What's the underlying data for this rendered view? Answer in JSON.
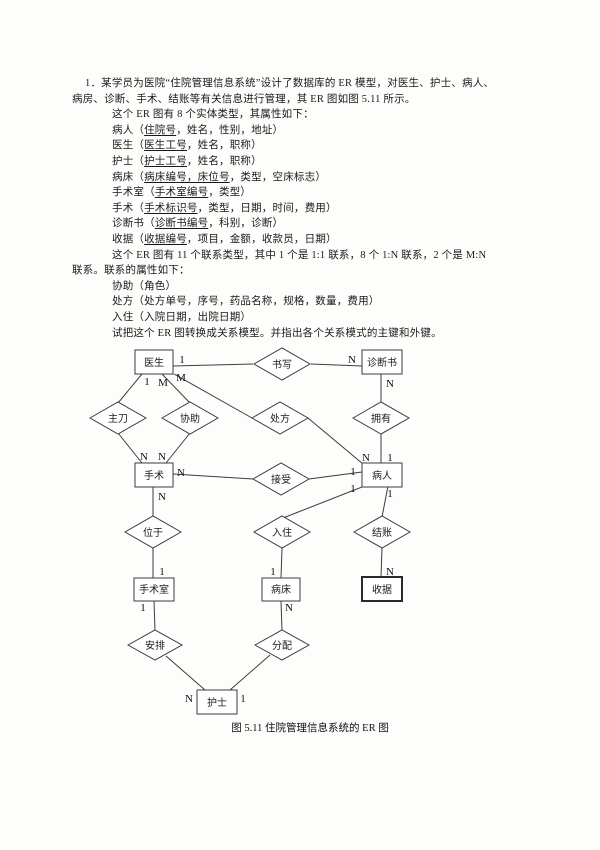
{
  "text": {
    "lines": [
      {
        "indent": 1,
        "seg": [
          {
            "t": "1．某学员为医院“住院管理信息系统”设计了数据库的  ER 模型，对医生、护士、病人、"
          }
        ]
      },
      {
        "indent": 0,
        "seg": [
          {
            "t": "病房、诊断、手术、结账等有关信息进行管理，其  ER 图如图 5.11 所示。"
          }
        ]
      },
      {
        "indent": 2,
        "seg": [
          {
            "t": "这个 ER 图有 8 个实体类型，其属性如下："
          }
        ]
      },
      {
        "indent": 2,
        "seg": [
          {
            "t": "病人（"
          },
          {
            "t": "住院号",
            "u": true
          },
          {
            "t": "，姓名，性别，地址）"
          }
        ]
      },
      {
        "indent": 2,
        "seg": [
          {
            "t": "医生（"
          },
          {
            "t": "医生工号",
            "u": true
          },
          {
            "t": "，姓名，职称）"
          }
        ]
      },
      {
        "indent": 2,
        "seg": [
          {
            "t": "护士（"
          },
          {
            "t": "护士工号",
            "u": true
          },
          {
            "t": "，姓名，职称）"
          }
        ]
      },
      {
        "indent": 2,
        "seg": [
          {
            "t": "病床（"
          },
          {
            "t": "病床编号，床位号",
            "u": true
          },
          {
            "t": "，类型，空床标志）"
          }
        ]
      },
      {
        "indent": 2,
        "seg": [
          {
            "t": "手术室（"
          },
          {
            "t": "手术室编号",
            "u": true
          },
          {
            "t": "，类型）"
          }
        ]
      },
      {
        "indent": 2,
        "seg": [
          {
            "t": "手术（"
          },
          {
            "t": "手术标识号",
            "u": true
          },
          {
            "t": "，类型，日期，时间，费用）"
          }
        ]
      },
      {
        "indent": 2,
        "seg": [
          {
            "t": "诊断书（"
          },
          {
            "t": "诊断书编号",
            "u": true
          },
          {
            "t": "，科别，诊断）"
          }
        ]
      },
      {
        "indent": 2,
        "seg": [
          {
            "t": "收据（"
          },
          {
            "t": "收据编号",
            "u": true
          },
          {
            "t": "，项目，金额，收款员，日期）"
          }
        ]
      },
      {
        "indent": 2,
        "seg": [
          {
            "t": "这个 ER 图有 11 个联系类型，其中 1 个是 1:1 联系，8 个 1:N 联系，2 个是 M:N"
          }
        ]
      },
      {
        "indent": 0,
        "seg": [
          {
            "t": "联系。联系的属性如下："
          }
        ]
      },
      {
        "indent": 2,
        "seg": [
          {
            "t": "协助（角色）"
          }
        ]
      },
      {
        "indent": 2,
        "seg": [
          {
            "t": "处方（处方单号，序号，药品名称，规格，数量，费用）"
          }
        ]
      },
      {
        "indent": 2,
        "seg": [
          {
            "t": "入住（入院日期，出院日期）"
          }
        ]
      },
      {
        "indent": 2,
        "seg": [
          {
            "t": "试把这个 ER 图转换成关系模型。并指出各个关系模式的主键和外键。"
          }
        ]
      }
    ]
  },
  "diagram": {
    "entities": {
      "doctor": "医生",
      "diagnosis_book": "诊断书",
      "surgery": "手术",
      "patient": "病人",
      "operating_room": "手术室",
      "sick_bed": "病床",
      "receipt": "收据",
      "nurse": "护士"
    },
    "relationships": {
      "write": "书写",
      "chief_surgeon": "主刀",
      "assist": "协助",
      "prescription": "处方",
      "own": "拥有",
      "receive": "接受",
      "located_in": "位于",
      "check_in": "入住",
      "settle": "结账",
      "arrange": "安排",
      "assign": "分配"
    },
    "cardinality": {
      "write_doctor": "1",
      "write_diagnosis": "N",
      "own_diagnosis": "N",
      "own_patient": "1",
      "chief_doctor": "1",
      "chief_surgery": "N",
      "assist_doctor": "M",
      "assist_surgery": "N",
      "prescription_doctor": "M",
      "prescription_patient": "N",
      "receive_surgery": "N",
      "receive_patient": "1",
      "checkin_patient": "1",
      "checkin_bed": "1",
      "settle_patient": "1",
      "settle_receipt": "N",
      "located_surgery": "N",
      "located_room": "1",
      "arrange_room": "1",
      "arrange_nurse": "N",
      "assign_bed": "N",
      "assign_nurse": "1"
    },
    "caption": "图 5.11 住院管理信息系统的  ER 图"
  }
}
